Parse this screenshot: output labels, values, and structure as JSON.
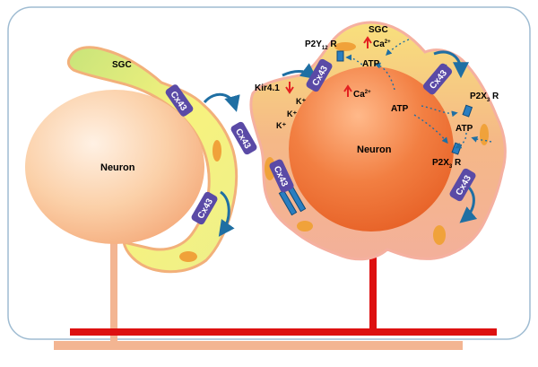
{
  "left_cell": {
    "neuron_label": "Neuron",
    "sgc_label": "SGC",
    "connexins": [
      "Cx43",
      "Cx43",
      "Cx43"
    ]
  },
  "right_cell": {
    "neuron_label": "Neuron",
    "sgc_label": "SGC",
    "connexins": [
      "Cx43",
      "Cx43",
      "Cx43",
      "Cx43"
    ],
    "receptor_p2y12": {
      "main": "P2Y",
      "sub": "12",
      "suffix": " R"
    },
    "receptor_p2x3_top": {
      "main": "P2X",
      "sub": "3",
      "suffix": " R"
    },
    "receptor_p2x3_bottom": {
      "main": "P2X",
      "sub": "3",
      "suffix": " R"
    },
    "kir_label": "Kir4.1",
    "potassium_labels": [
      "K⁺",
      "K⁺",
      "K⁺"
    ],
    "calcium_sgc": {
      "main": "Ca",
      "sup": "2+"
    },
    "calcium_neuron": {
      "main": "Ca",
      "sup": "2+"
    },
    "atp_labels": [
      "ATP",
      "ATP",
      "ATP"
    ]
  },
  "colors": {
    "frame_border": "#9fbcd2",
    "neuron_light": "#fbe2cc",
    "neuron_dark": "#f07a3a",
    "sgc_yellow": "#f6f07a",
    "sgc_green": "#b6dc74",
    "sgc_orange": "#f2b07a",
    "connexin": "#5a4aa6",
    "arrow_blue": "#1f6fa3",
    "red_axon": "#dd1010",
    "pale_axon": "#f3b592",
    "up_arrow": "#e32020",
    "down_arrow": "#e32020"
  }
}
